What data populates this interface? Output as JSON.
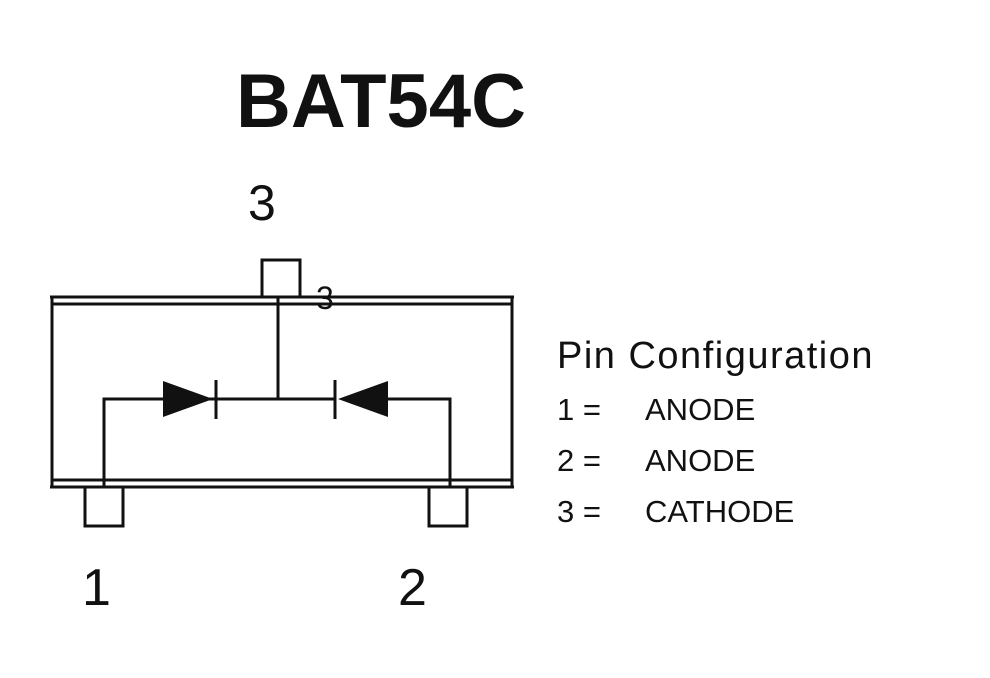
{
  "title": "BAT54C",
  "pins": {
    "top": "3",
    "top_small": "3",
    "left": "1",
    "right": "2"
  },
  "pin_configuration": {
    "heading": "Pin Configuration",
    "items": [
      {
        "pin": "1 =",
        "function": "ANODE"
      },
      {
        "pin": "2 =",
        "function": "ANODE"
      },
      {
        "pin": "3 =",
        "function": "CATHODE"
      }
    ]
  }
}
